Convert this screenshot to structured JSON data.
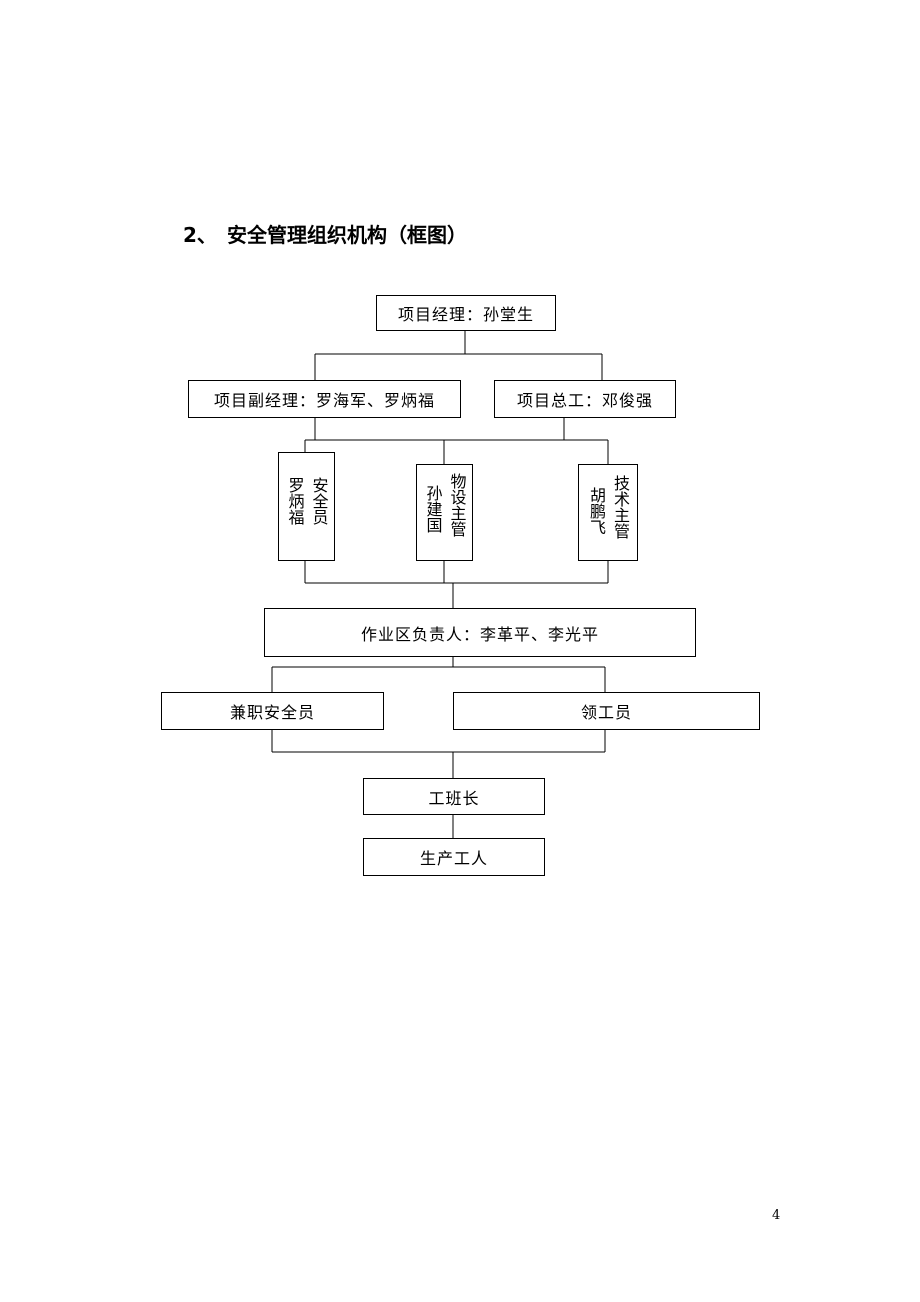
{
  "heading": {
    "number": "2、",
    "title": "安全管理组织机构（框图）"
  },
  "org": {
    "manager": "项目经理：孙堂生",
    "deputy": "项目副经理：罗海军、罗炳福",
    "chief_engineer": "项目总工：邓俊强",
    "safety_officer": {
      "role": "安全员",
      "name": "罗炳福"
    },
    "material_supervisor": {
      "role": "物设主管",
      "name": "孙建国"
    },
    "tech_supervisor": {
      "role": "技术主管",
      "name": "胡鹏飞"
    },
    "area_head": "作业区负责人：李革平、李光平",
    "part_time_safety": "兼职安全员",
    "foreman": "领工员",
    "team_leader": "工班长",
    "workers": "生产工人"
  },
  "page_number": "4"
}
